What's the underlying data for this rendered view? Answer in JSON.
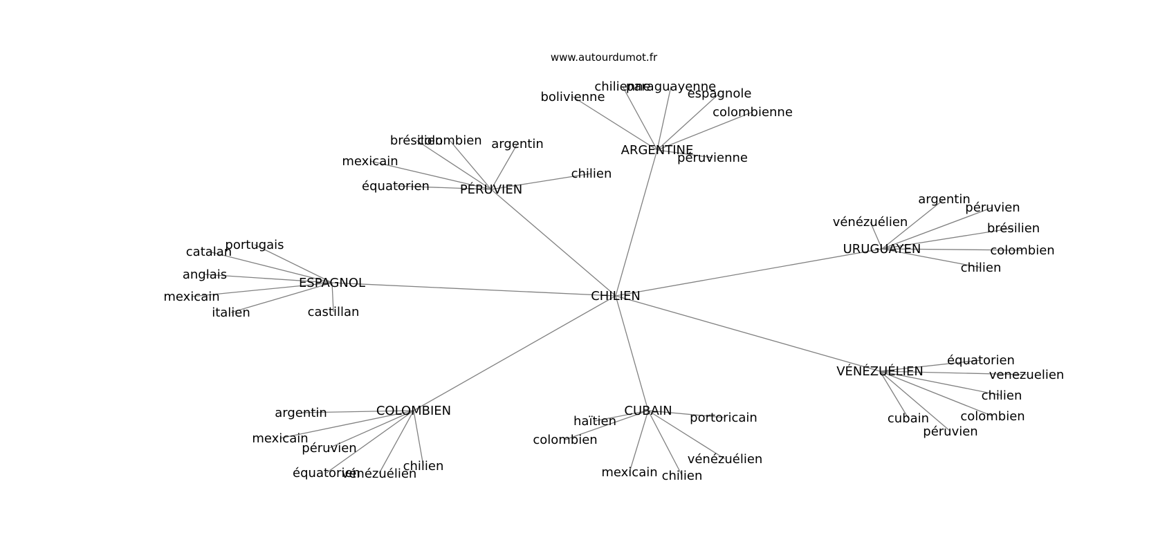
{
  "source": "www.autourdumot.fr",
  "center": "CHILIEN",
  "clusters": [
    {
      "hub": "PÉRUVIEN",
      "words": [
        "brésilien",
        "colombien",
        "argentin",
        "mexicain",
        "équatorien",
        "chilien"
      ]
    },
    {
      "hub": "ARGENTINE",
      "words": [
        "bolivienne",
        "chilienne",
        "paraguayenne",
        "espagnole",
        "colombienne",
        "péruvienne"
      ]
    },
    {
      "hub": "URUGUAYEN",
      "words": [
        "argentin",
        "péruvien",
        "vénézuélien",
        "brésilien",
        "colombien",
        "chilien"
      ]
    },
    {
      "hub": "ESPAGNOL",
      "words": [
        "portugais",
        "catalan",
        "anglais",
        "mexicain",
        "italien",
        "castillan"
      ]
    },
    {
      "hub": "VÉNÉZUÉLIEN",
      "words": [
        "équatorien",
        "venezuelien",
        "chilien",
        "colombien",
        "cubain",
        "péruvien"
      ]
    },
    {
      "hub": "COLOMBIEN",
      "words": [
        "argentin",
        "mexicain",
        "péruvien",
        "équatorien",
        "vénézuélien",
        "chilien"
      ]
    },
    {
      "hub": "CUBAIN",
      "words": [
        "haïtien",
        "portoricain",
        "colombien",
        "vénézuélien",
        "mexicain",
        "chilien"
      ]
    }
  ]
}
